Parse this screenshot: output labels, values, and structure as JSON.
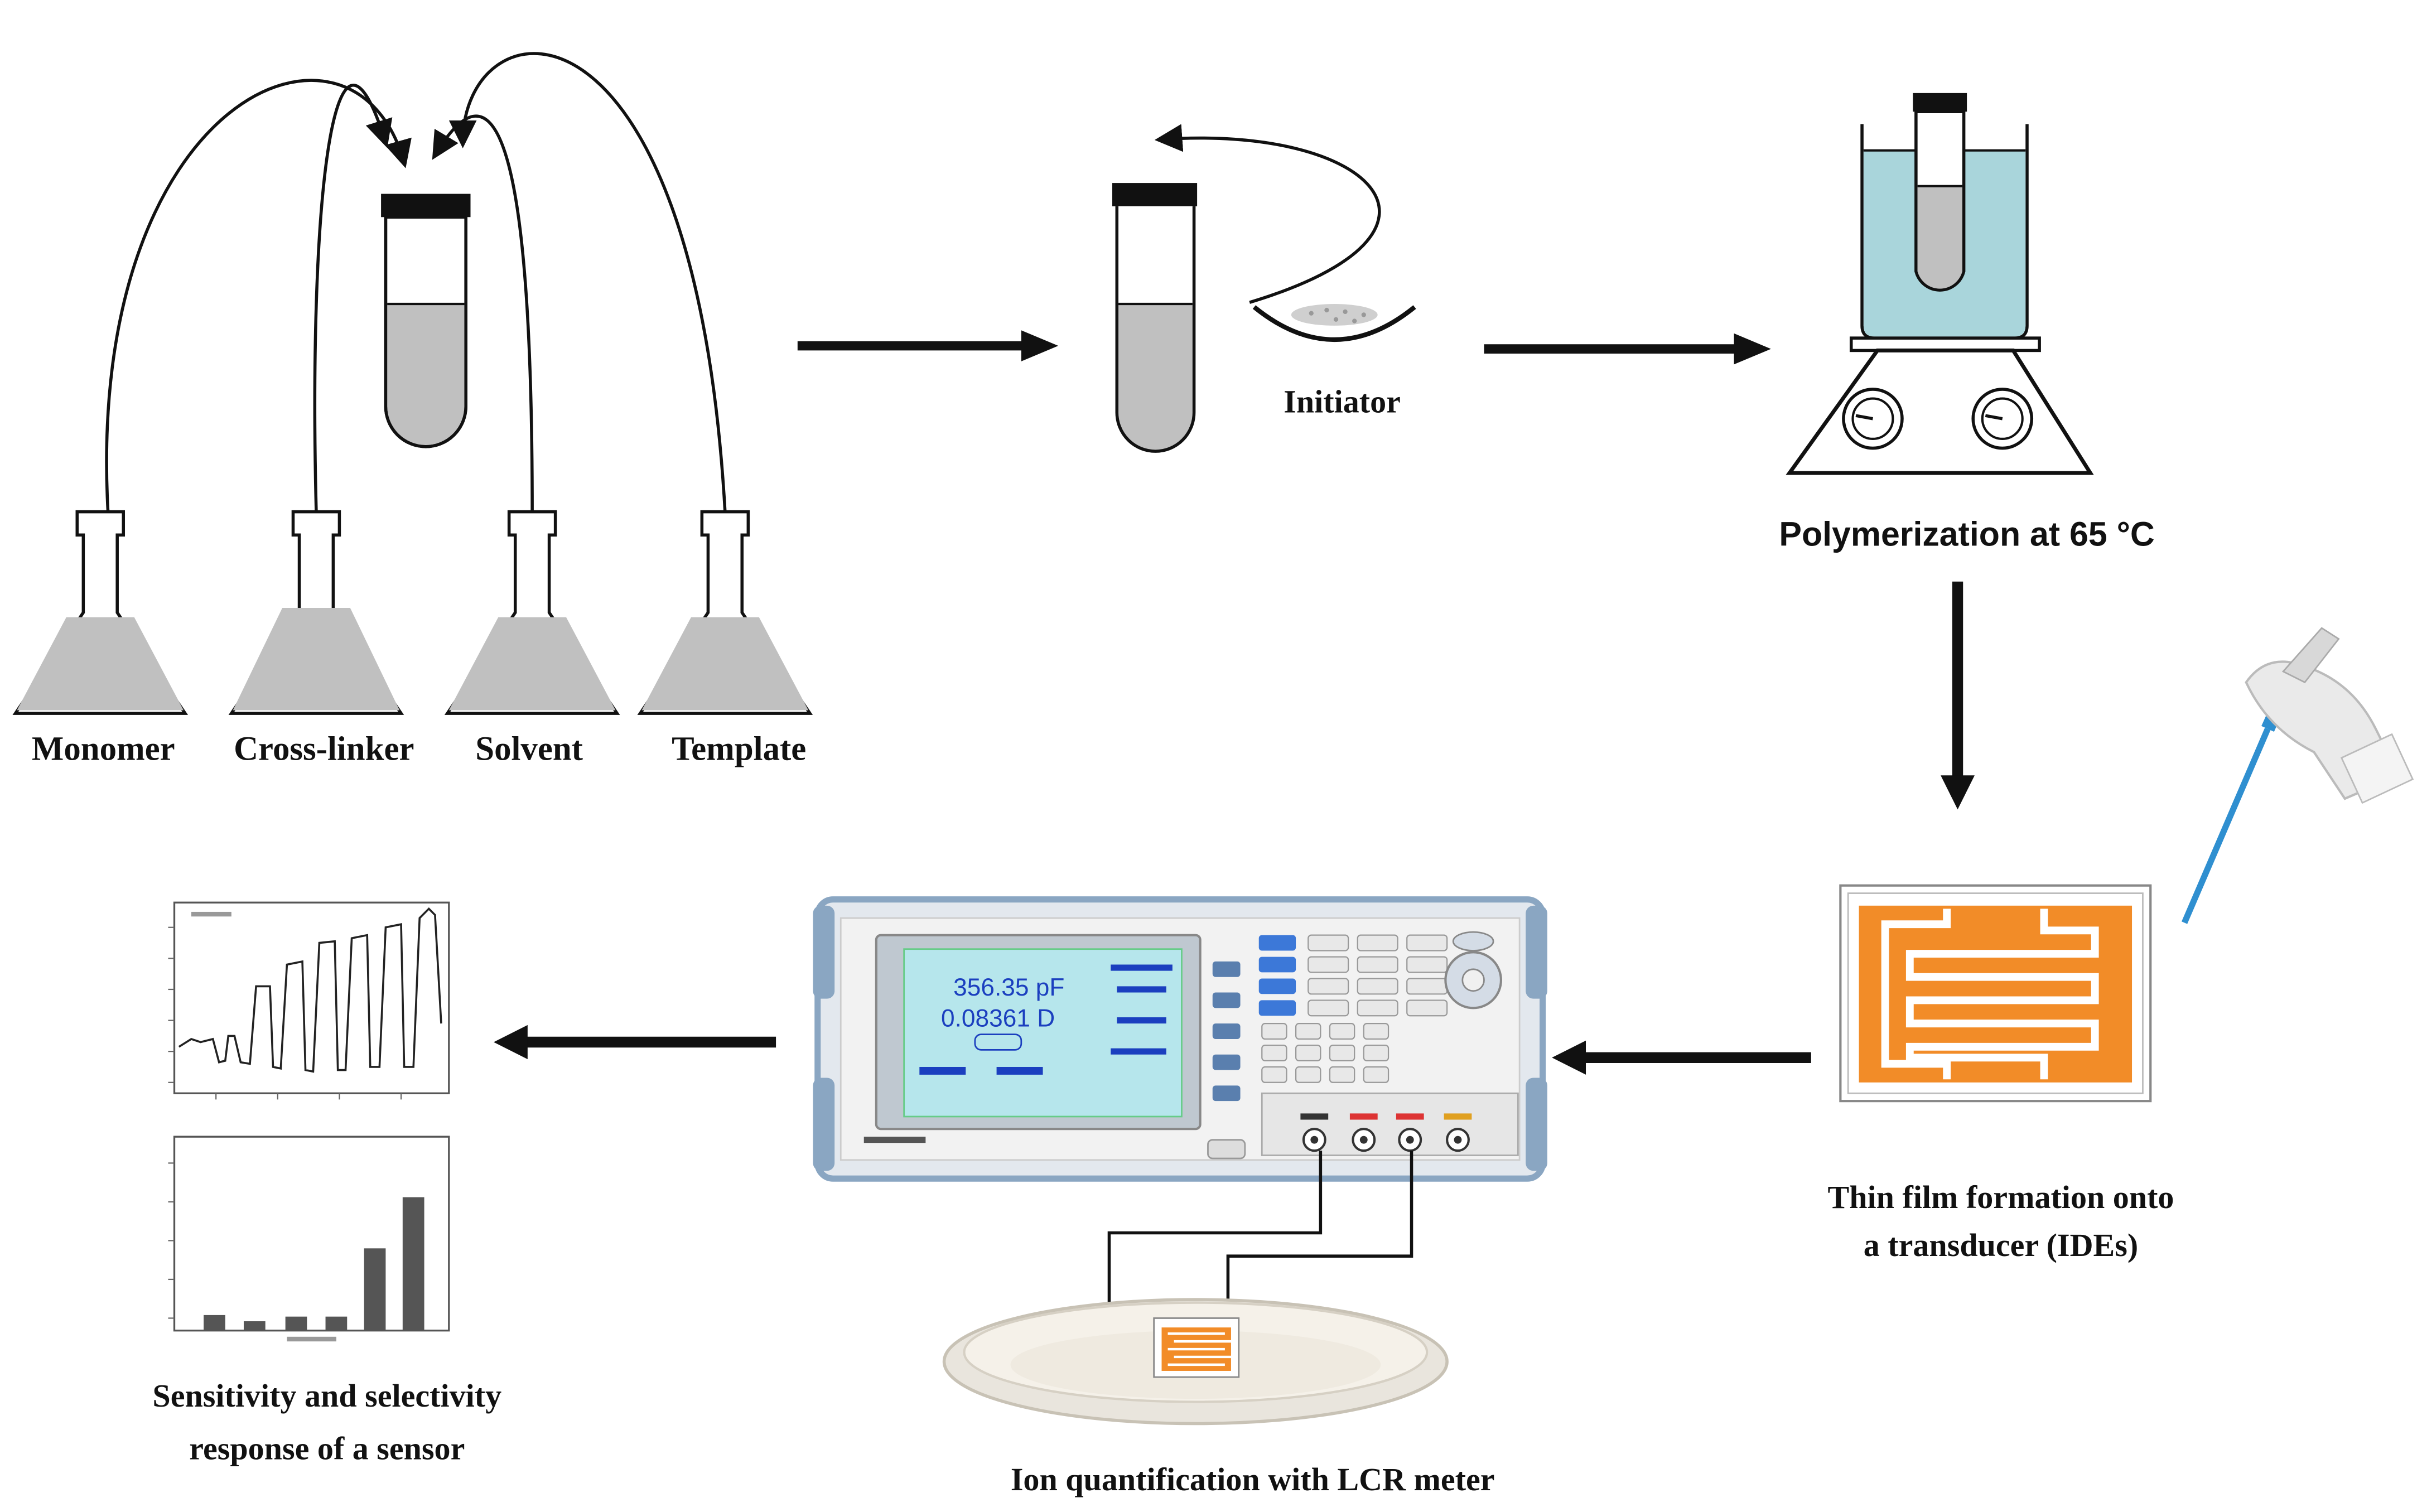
{
  "labels": {
    "monomer": "Monomer",
    "crosslinker": "Cross-linker",
    "solvent": "Solvent",
    "template": "Template",
    "initiator": "Initiator",
    "polymerization": "Polymerization at 65 °C",
    "thin_film_line1": "Thin film formation onto",
    "thin_film_line2": "a transducer (IDEs)",
    "ion_quant": "Ion quantification with LCR meter",
    "sensitivity_line1": "Sensitivity and selectivity",
    "sensitivity_line2": "response of a sensor"
  },
  "lcr_display": {
    "capacitance": "356.35 pF",
    "dissipation": "0.08361  D"
  },
  "colors": {
    "liquid": "#c0c0c0",
    "bath_water": "#a9d5db",
    "electrode": "#f28c28",
    "lcd_screen": "#b6e6ec",
    "meter_frame": "#8aa6c2",
    "key_blue": "#3c78d8",
    "pipette_blue": "#2f8fd0"
  },
  "icons": {
    "flask": "erlenmeyer-flask-icon",
    "tube": "test-tube-icon",
    "dish": "watch-glass-icon",
    "stirrer": "hotplate-stirrer-icon",
    "ide": "interdigitated-electrode-icon",
    "pipette": "micropipette-icon",
    "meter": "lcr-meter-icon",
    "petri": "petri-dish-icon"
  }
}
